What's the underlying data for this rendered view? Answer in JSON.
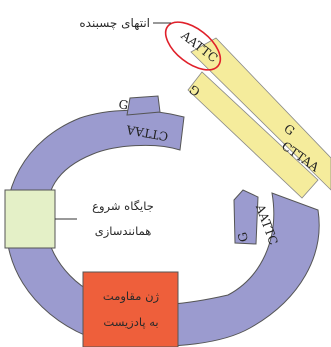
{
  "labels": {
    "sticky_end": "انتهای چسبنده",
    "origin_line1": "جایگاه شروع",
    "origin_line2": "همانندسازی",
    "resistance_line1": "ژن مقاومت",
    "resistance_line2": "به پادزیست"
  },
  "sequences": {
    "fragment_top": "AATTC",
    "fragment_top_left": "G",
    "fragment_bottom_right": "G",
    "fragment_bottom": "CTTAA",
    "plasmid_left_g": "G",
    "plasmid_left_seq": "CTTAA",
    "plasmid_right_seq": "AATTC",
    "plasmid_right_g": "G"
  },
  "colors": {
    "plasmid": "#9b9bcf",
    "fragment": "#f5ec9c",
    "origin_box": "#e4f0c7",
    "resistance_box": "#ee5f3b",
    "highlight_ellipse": "#e0202a"
  }
}
